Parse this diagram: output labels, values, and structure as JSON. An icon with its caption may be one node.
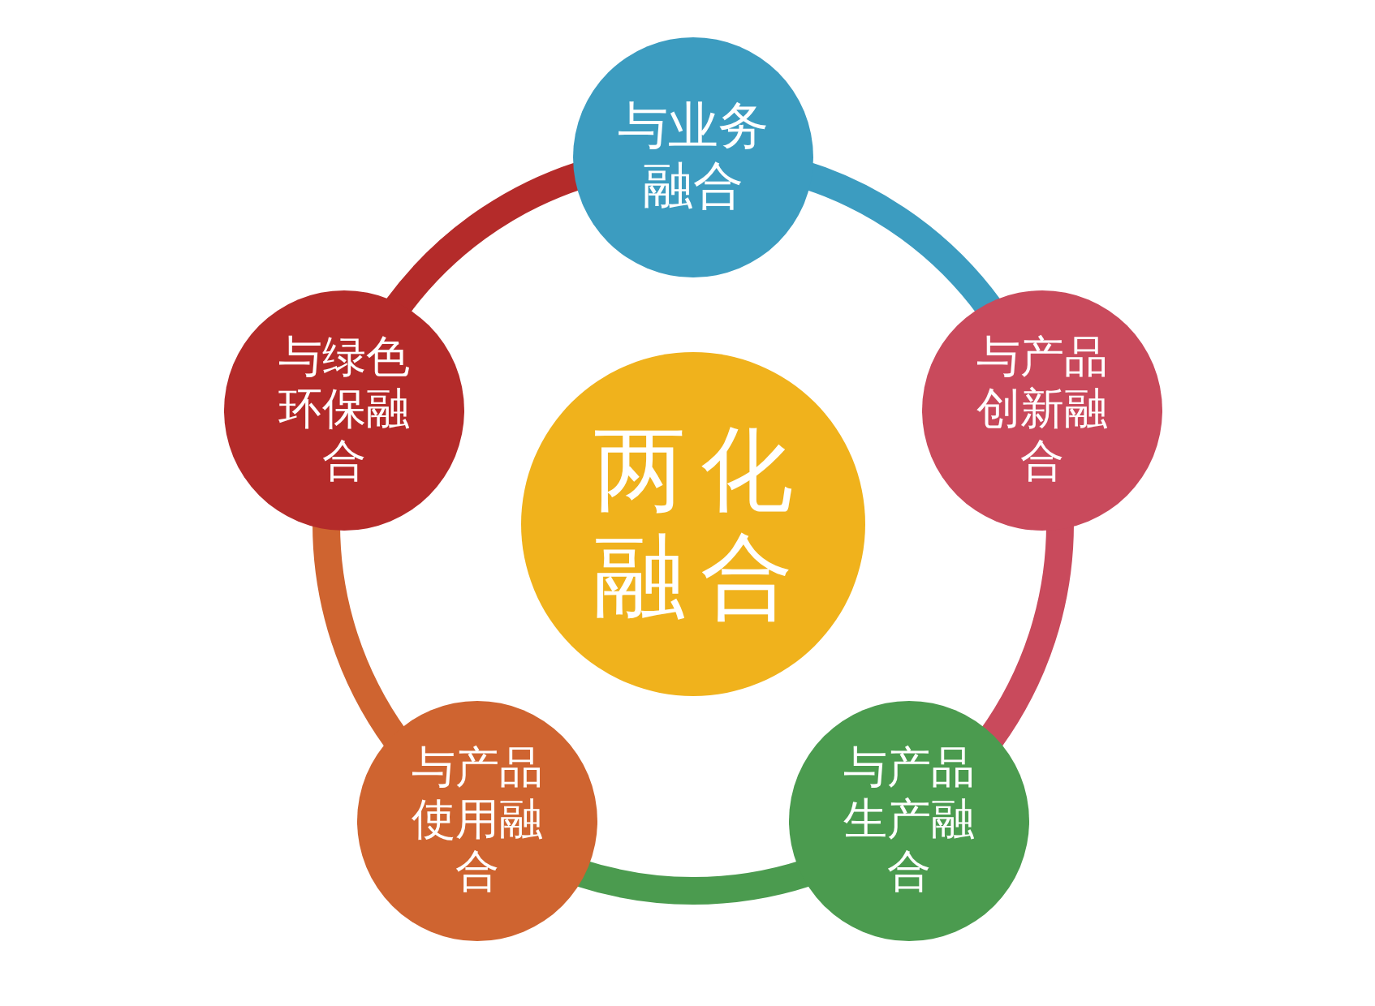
{
  "diagram": {
    "nodes": [
      {
        "text": [
          "两化融合"
        ]
      },
      {
        "text": [
          "与业务融合"
        ]
      },
      {
        "text": [
          "与产品创新融合"
        ]
      },
      {
        "text": [
          "与产品生产融合"
        ]
      },
      {
        "text": [
          "与产品使用融合"
        ]
      },
      {
        "text": [
          "与绿色环保融合"
        ]
      }
    ],
    "edges": [
      {
        "from": 1,
        "to": 2,
        "arrow": "none",
        "color": "#3c9cc0"
      },
      {
        "from": 2,
        "to": 3,
        "arrow": "none",
        "color": "#c94a5c"
      },
      {
        "from": 3,
        "to": 4,
        "arrow": "none",
        "color": "#4b9b4f"
      },
      {
        "from": 4,
        "to": 5,
        "arrow": "none",
        "color": "#cf6430"
      },
      {
        "from": 5,
        "to": 1,
        "arrow": "none",
        "color": "#b42b2a"
      }
    ]
  }
}
